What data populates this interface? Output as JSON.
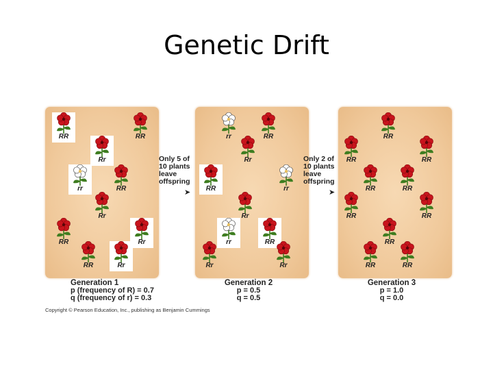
{
  "title": "Genetic Drift",
  "colors": {
    "red_flower": "#c8141c",
    "white_flower": "#ffffff",
    "leaf": "#3e7d20",
    "panel": "#f0c99b"
  },
  "panels": [
    {
      "plants": [
        {
          "genotype": "RR",
          "color": "red",
          "boxed": true
        },
        {
          "genotype": "RR",
          "color": "red",
          "boxed": false
        },
        {
          "genotype": "Rr",
          "color": "red",
          "boxed": true
        },
        {
          "genotype": "rr",
          "color": "white",
          "boxed": true
        },
        {
          "genotype": "RR",
          "color": "red",
          "boxed": false
        },
        {
          "genotype": "Rr",
          "color": "red",
          "boxed": false
        },
        {
          "genotype": "RR",
          "color": "red",
          "boxed": false
        },
        {
          "genotype": "Rr",
          "color": "red",
          "boxed": true
        },
        {
          "genotype": "RR",
          "color": "red",
          "boxed": false
        },
        {
          "genotype": "Rr",
          "color": "red",
          "boxed": true
        }
      ],
      "caption": {
        "title": "Generation 1",
        "line1": "p (frequency of R) = 0.7",
        "line2": "q (frequency of r) = 0.3"
      }
    },
    {
      "plants": [
        {
          "genotype": "rr",
          "color": "white",
          "boxed": false
        },
        {
          "genotype": "RR",
          "color": "red",
          "boxed": false
        },
        {
          "genotype": "Rr",
          "color": "red",
          "boxed": false
        },
        {
          "genotype": "RR",
          "color": "red",
          "boxed": true
        },
        {
          "genotype": "rr",
          "color": "white",
          "boxed": false
        },
        {
          "genotype": "Rr",
          "color": "red",
          "boxed": false
        },
        {
          "genotype": "rr",
          "color": "white",
          "boxed": true
        },
        {
          "genotype": "RR",
          "color": "red",
          "boxed": true
        },
        {
          "genotype": "Rr",
          "color": "red",
          "boxed": false
        },
        {
          "genotype": "Rr",
          "color": "red",
          "boxed": false
        }
      ],
      "caption": {
        "title": "Generation 2",
        "line1": "p = 0.5",
        "line2": "q = 0.5"
      }
    },
    {
      "plants": [
        {
          "genotype": "RR",
          "color": "red",
          "boxed": false
        },
        {
          "genotype": "RR",
          "color": "red",
          "boxed": false
        },
        {
          "genotype": "RR",
          "color": "red",
          "boxed": false
        },
        {
          "genotype": "RR",
          "color": "red",
          "boxed": false
        },
        {
          "genotype": "RR",
          "color": "red",
          "boxed": false
        },
        {
          "genotype": "RR",
          "color": "red",
          "boxed": false
        },
        {
          "genotype": "RR",
          "color": "red",
          "boxed": false
        },
        {
          "genotype": "RR",
          "color": "red",
          "boxed": false
        },
        {
          "genotype": "RR",
          "color": "red",
          "boxed": false
        },
        {
          "genotype": "RR",
          "color": "red",
          "boxed": false
        }
      ],
      "caption": {
        "title": "Generation 3",
        "line1": "p = 1.0",
        "line2": "q = 0.0"
      }
    }
  ],
  "transitions": [
    {
      "line1": "Only 5 of",
      "line2": "10 plants",
      "line3": "leave",
      "line4": "offspring"
    },
    {
      "line1": "Only 2 of",
      "line2": "10 plants",
      "line3": "leave",
      "line4": "offspring"
    }
  ],
  "copyright": "Copyright © Pearson Education, Inc., publishing as Benjamin Cummings"
}
